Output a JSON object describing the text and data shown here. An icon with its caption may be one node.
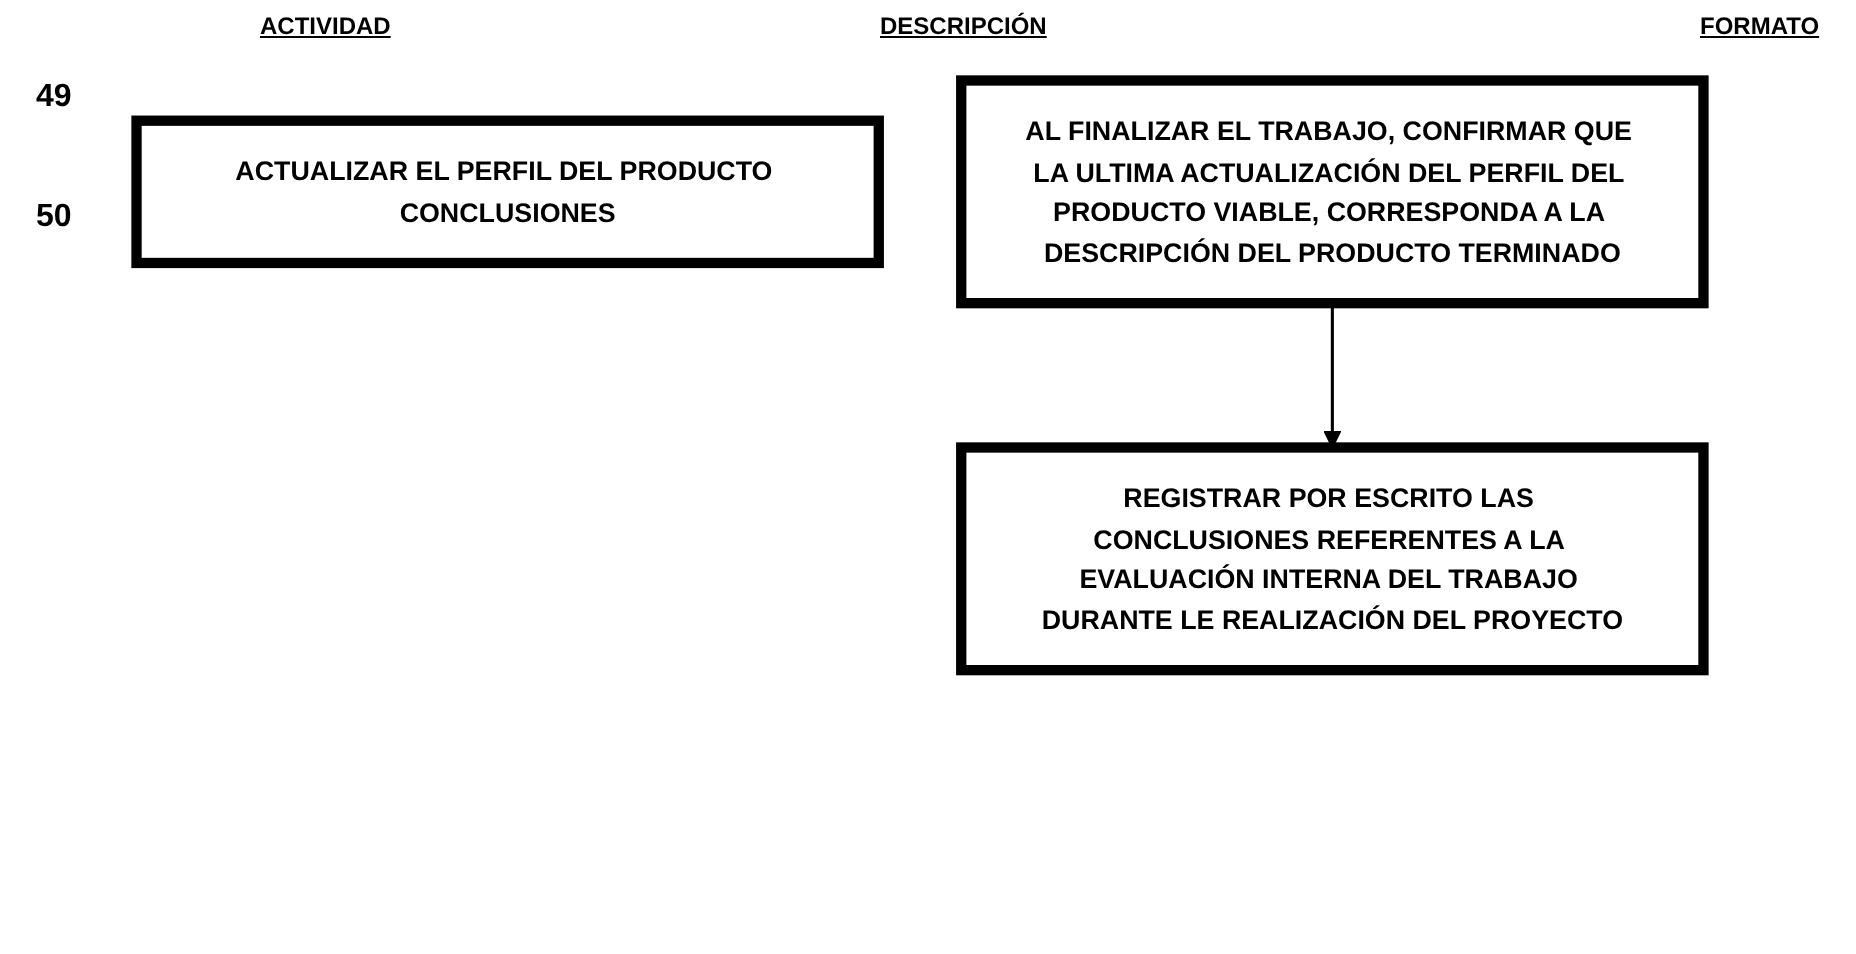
{
  "diagram": {
    "nodes": [
      {
        "text": [
          "ACTUALIZAR EL PERFIL DEL PRODUCTO CONCLUSIONES"
        ],
        "beside": [
          "49",
          "50"
        ]
      },
      {
        "text": [
          "AL FINALIZAR EL TRABAJO, CONFIRMAR QUE LA ULTIMA ACTUALIZACIÓN DEL PERFIL DEL PRODUCTO VIABLE, CORRESPONDA A LA DESCRIPCIÓN DEL PRODUCTO TERMINADO"
        ]
      },
      {
        "text": [
          "REGISTRAR POR ESCRITO LAS CONCLUSIONES REFERENTES A LA EVALUACIÓN INTERNA DEL TRABAJO DURANTE LE REALIZACIÓN DEL PROYECTO"
        ]
      }
    ],
    "edges": [
      {
        "from": 1,
        "to": 2,
        "arrow": "to"
      }
    ],
    "labels": [
      "ACTIVIDAD",
      "DESCRIPCIÓN",
      "FORMATO"
    ]
  }
}
